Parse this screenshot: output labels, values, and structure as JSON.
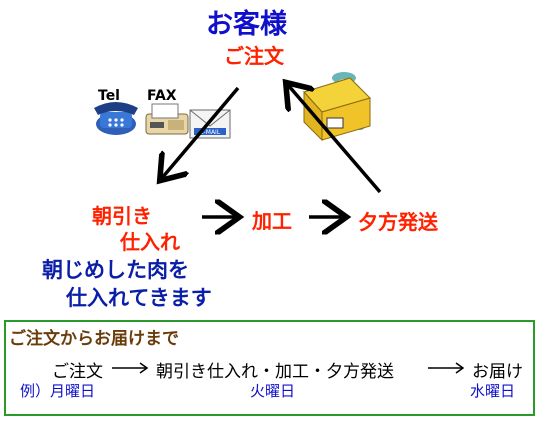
{
  "top": {
    "customer": "お客様",
    "order": "ご注文"
  },
  "devices": {
    "tel": "Tel",
    "fax": "FAX",
    "email": "E-MAIL"
  },
  "steps": {
    "buy_line1": "朝引き",
    "buy_line2": "仕入れ",
    "process": "加工",
    "ship": "夕方発送",
    "note_line1": "朝じめした肉を",
    "note_line2": "仕入れてきます"
  },
  "panel": {
    "title": "ご注文からお届けまで",
    "flow_order": "ご注文",
    "flow_middle": "朝引き仕入れ・加工・夕方発送",
    "flow_delivery": "お届け",
    "day_order": "例）月曜日",
    "day_middle": "火曜日",
    "day_delivery": "水曜日"
  },
  "colors": {
    "blue": "#1010cc",
    "red": "#ff2200",
    "green_border": "#2a9a2a",
    "brown": "#6a3c0a"
  }
}
